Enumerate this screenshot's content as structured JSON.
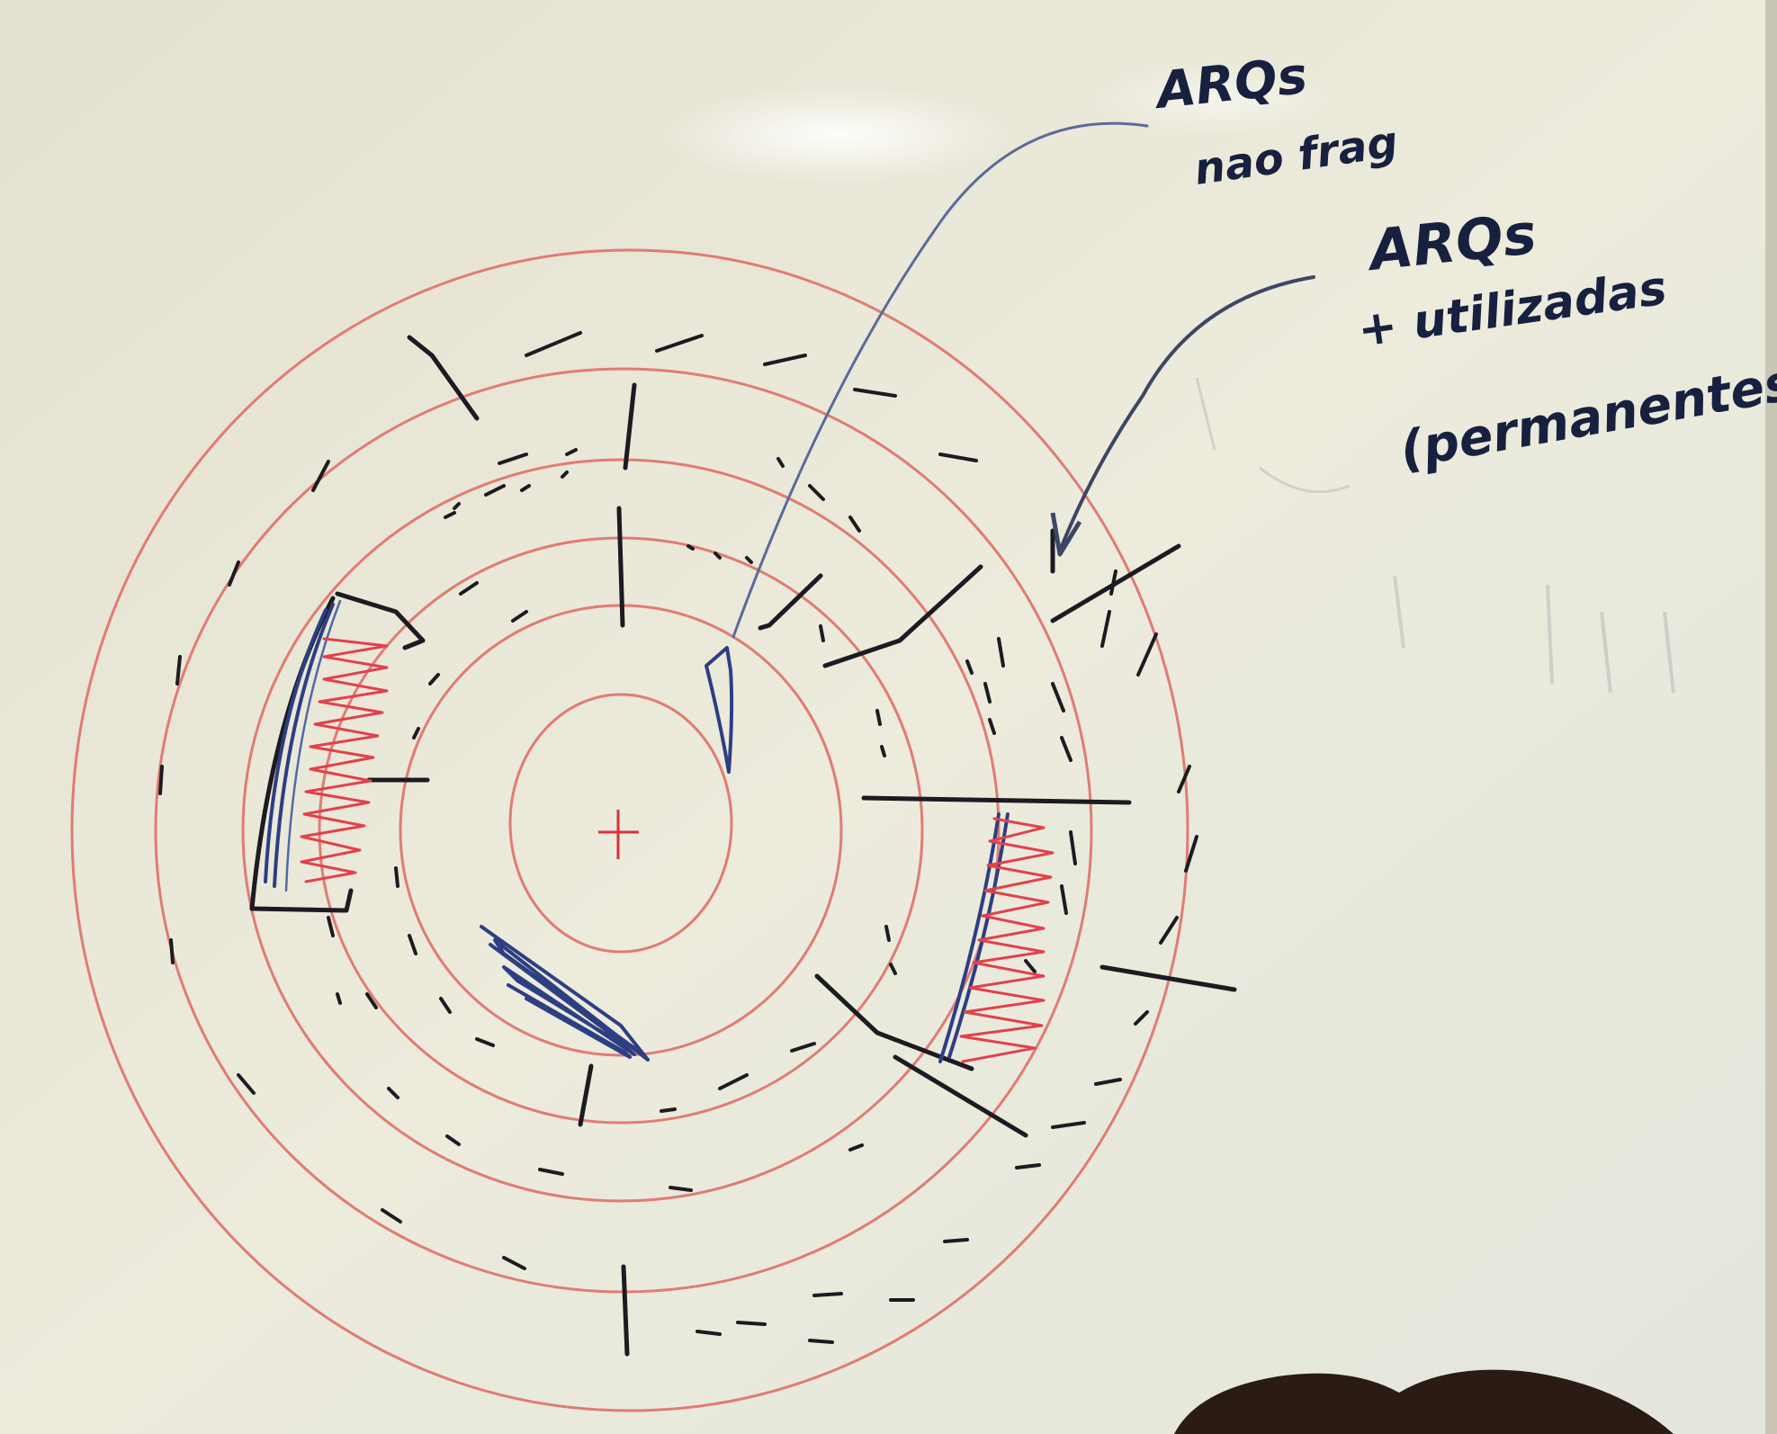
{
  "annotations": {
    "arqs_nao_frag": {
      "line1": "ARQs",
      "line2": "nao frag"
    },
    "arqs_utilizadas": {
      "line1": "ARQs",
      "line2": "+ utilizadas",
      "line3": "(permanentes)"
    }
  },
  "colors": {
    "board": "#e9e6d6",
    "rings": "#e07c74",
    "marker_black": "#1c1b22",
    "marker_blue": "#2d3f82",
    "marker_red": "#e2414b"
  }
}
